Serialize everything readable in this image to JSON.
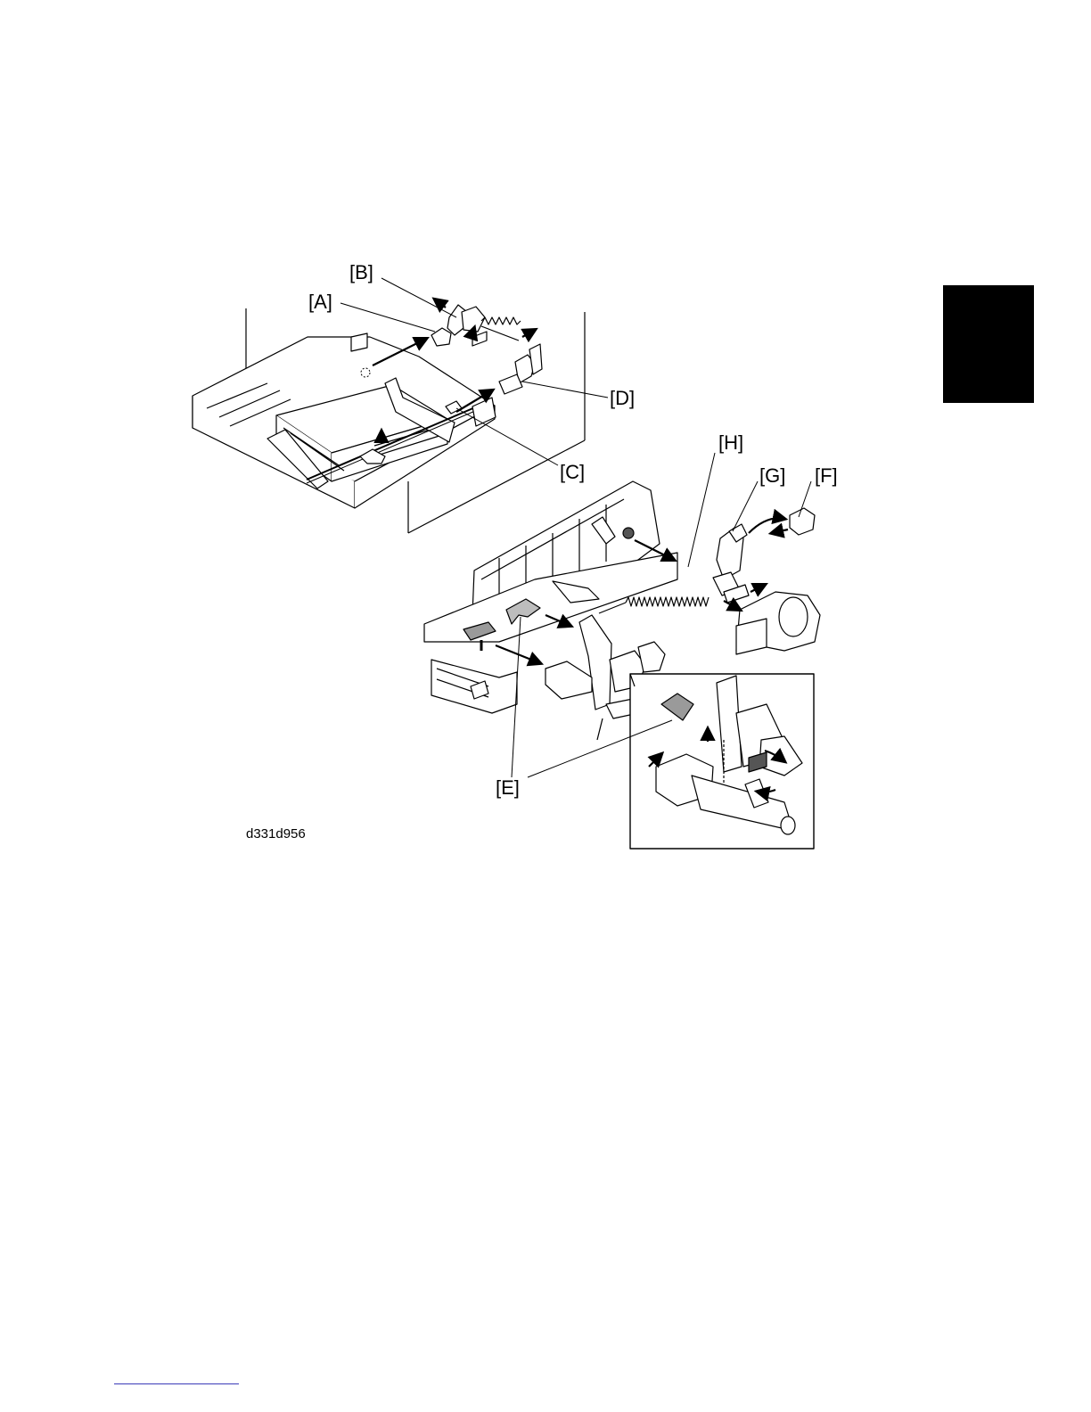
{
  "figure": {
    "id_text": "d331d956",
    "callouts": {
      "a": "[A]",
      "b": "[B]",
      "c": "[C]",
      "d": "[D]",
      "e": "[E]",
      "f": "[F]",
      "g": "[G]",
      "h": "[H]"
    }
  },
  "colors": {
    "ink": "#000000",
    "tab": "#000000",
    "footer_rule": "#3b3bb8",
    "part_fill": "#ffffff",
    "shade": "#bdbdbd"
  }
}
